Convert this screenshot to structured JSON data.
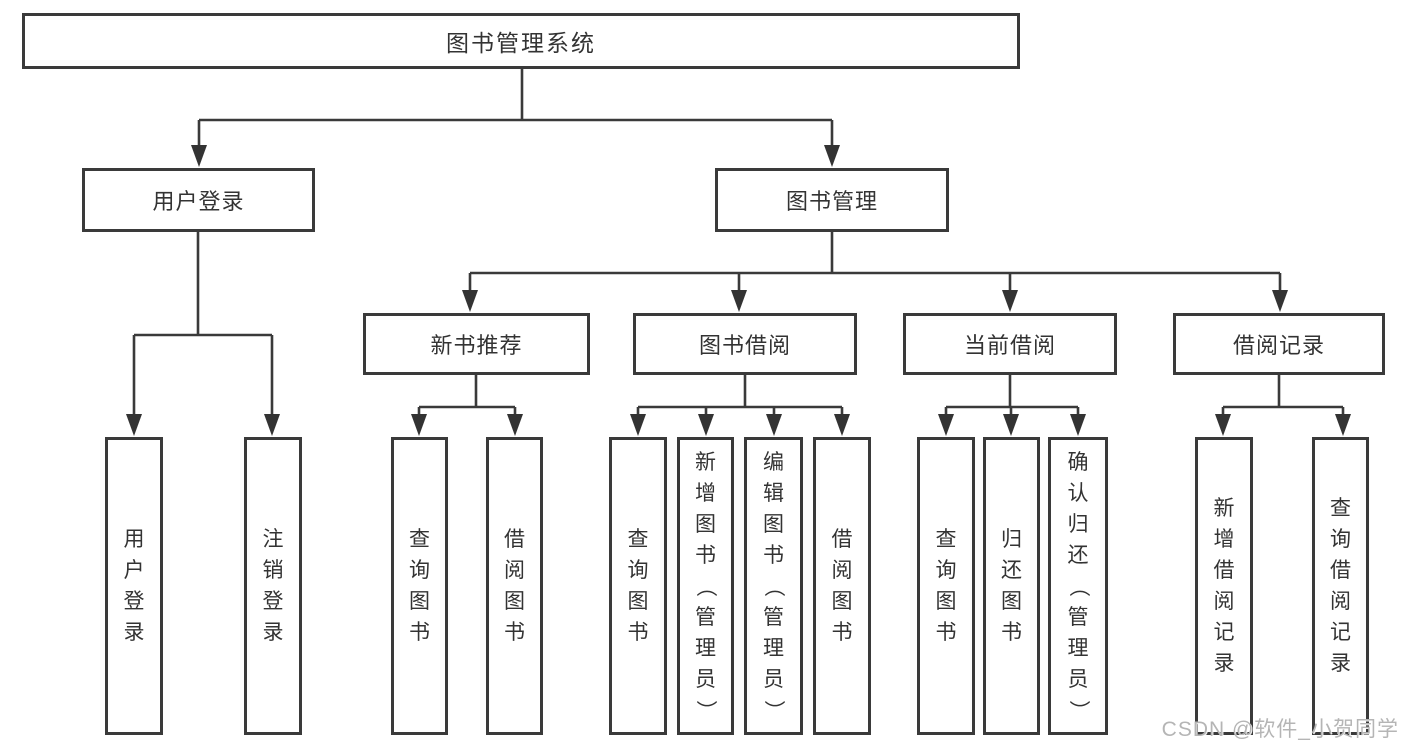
{
  "diagram": {
    "title": "图书管理系统",
    "type": "hierarchy-tree"
  },
  "watermark": "CSDN @软件_小贺同学",
  "colors": {
    "line": "#3a3a3a",
    "border": "#3a3a3a",
    "text": "#333333",
    "arrow": "#333333",
    "watermark": "#b5b5b5",
    "background": "#ffffff"
  },
  "nodes": [
    {
      "id": "system",
      "label": "图书管理系统",
      "parent": null,
      "orientation": "horizontal"
    },
    {
      "id": "user-login",
      "label": "用户登录",
      "parent": "system",
      "orientation": "horizontal"
    },
    {
      "id": "book-management",
      "label": "图书管理",
      "parent": "system",
      "orientation": "horizontal"
    },
    {
      "id": "leaf-user-login",
      "label": "用户登录",
      "parent": "user-login",
      "orientation": "vertical"
    },
    {
      "id": "leaf-logout",
      "label": "注销登录",
      "parent": "user-login",
      "orientation": "vertical"
    },
    {
      "id": "new-book-recommend",
      "label": "新书推荐",
      "parent": "book-management",
      "orientation": "horizontal"
    },
    {
      "id": "book-borrow",
      "label": "图书借阅",
      "parent": "book-management",
      "orientation": "horizontal"
    },
    {
      "id": "current-borrow",
      "label": "当前借阅",
      "parent": "book-management",
      "orientation": "horizontal"
    },
    {
      "id": "borrow-records",
      "label": "借阅记录",
      "parent": "book-management",
      "orientation": "horizontal"
    },
    {
      "id": "nb-query-book",
      "label": "查询图书",
      "parent": "new-book-recommend",
      "orientation": "vertical"
    },
    {
      "id": "nb-borrow-book",
      "label": "借阅图书",
      "parent": "new-book-recommend",
      "orientation": "vertical"
    },
    {
      "id": "bb-query-book",
      "label": "查询图书",
      "parent": "book-borrow",
      "orientation": "vertical"
    },
    {
      "id": "bb-add-book-admin",
      "label": "新增图书（管理员）",
      "parent": "book-borrow",
      "orientation": "vertical"
    },
    {
      "id": "bb-edit-book-admin",
      "label": "编辑图书（管理员）",
      "parent": "book-borrow",
      "orientation": "vertical"
    },
    {
      "id": "bb-borrow-book",
      "label": "借阅图书",
      "parent": "book-borrow",
      "orientation": "vertical"
    },
    {
      "id": "cb-query-book",
      "label": "查询图书",
      "parent": "current-borrow",
      "orientation": "vertical"
    },
    {
      "id": "cb-return-book",
      "label": "归还图书",
      "parent": "current-borrow",
      "orientation": "vertical"
    },
    {
      "id": "cb-confirm-return-admin",
      "label": "确认归还（管理员）",
      "parent": "current-borrow",
      "orientation": "vertical"
    },
    {
      "id": "br-add-record",
      "label": "新增借阅记录",
      "parent": "borrow-records",
      "orientation": "vertical"
    },
    {
      "id": "br-query-record",
      "label": "查询借阅记录",
      "parent": "borrow-records",
      "orientation": "vertical"
    }
  ]
}
